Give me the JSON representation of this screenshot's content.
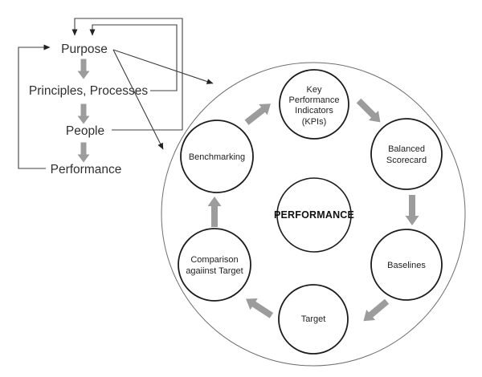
{
  "left_flow": {
    "items": [
      "Purpose",
      "Principles, Processes",
      "People",
      "Performance"
    ]
  },
  "cycle": {
    "center": "PERFORMANCE",
    "nodes": {
      "kpi": {
        "lines": [
          "Key",
          "Performance",
          "Indicators",
          "(KPIs)"
        ]
      },
      "balanced_scorecard": {
        "lines": [
          "Balanced",
          "Scorecard"
        ]
      },
      "baselines": {
        "lines": [
          "Baselines"
        ]
      },
      "target": {
        "lines": [
          "Target"
        ]
      },
      "comparison": {
        "lines": [
          "Comparison",
          "agaiinst Target"
        ]
      },
      "benchmarking": {
        "lines": [
          "Benchmarking"
        ]
      }
    }
  },
  "colors": {
    "block_arrow": "#9c9c9c",
    "thin_line": "#3f3f3f",
    "node_stroke": "#1c1c1c",
    "outer_circle_stroke": "#6e6e6e",
    "text": "#222222",
    "background": "#ffffff"
  }
}
